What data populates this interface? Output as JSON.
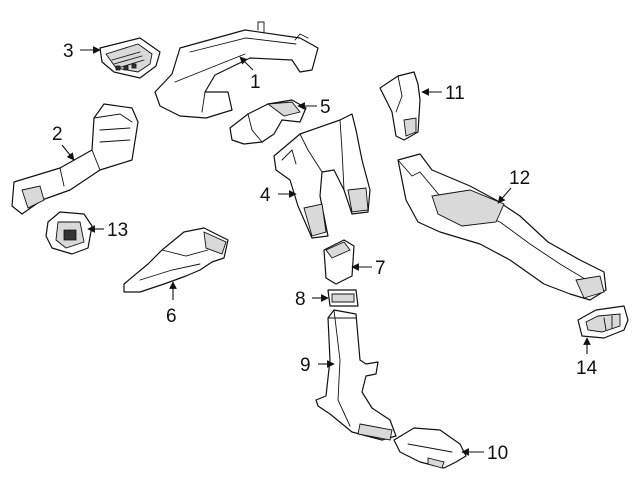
{
  "callouts": [
    {
      "id": "1",
      "text": "1"
    },
    {
      "id": "2",
      "text": "2"
    },
    {
      "id": "3",
      "text": "3"
    },
    {
      "id": "4",
      "text": "4"
    },
    {
      "id": "5",
      "text": "5"
    },
    {
      "id": "6",
      "text": "6"
    },
    {
      "id": "7",
      "text": "7"
    },
    {
      "id": "8",
      "text": "8"
    },
    {
      "id": "9",
      "text": "9"
    },
    {
      "id": "10",
      "text": "10"
    },
    {
      "id": "11",
      "text": "11"
    },
    {
      "id": "12",
      "text": "12"
    },
    {
      "id": "13",
      "text": "13"
    },
    {
      "id": "14",
      "text": "14"
    }
  ],
  "colors": {
    "line": "#111111",
    "background": "#ffffff",
    "shade": "#d9d9d9"
  }
}
